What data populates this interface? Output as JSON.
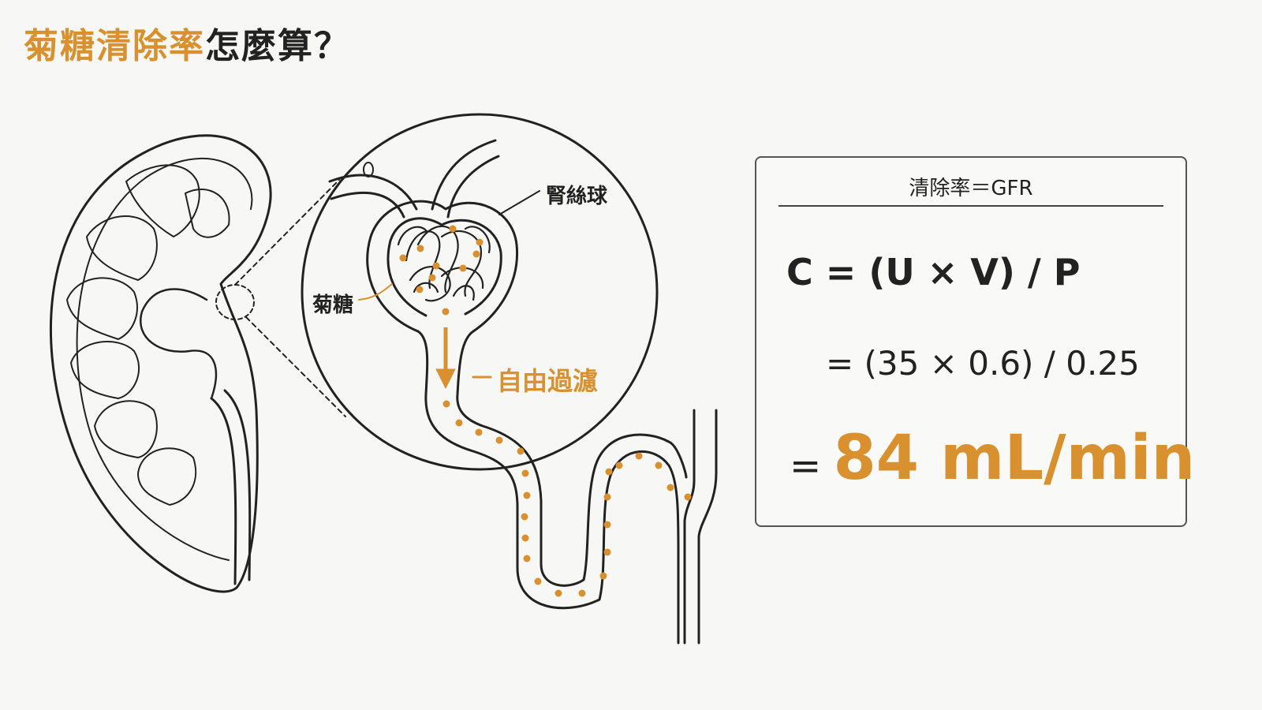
{
  "title": {
    "accent_text": "菊糖清除率",
    "rest_text": "怎麼算？"
  },
  "labels": {
    "glomerulus": "腎絲球",
    "inulin": "菊糖",
    "filtration": "自由過濾"
  },
  "formula": {
    "header": "清除率＝GFR",
    "line1": "C =  (U × V) / P",
    "line2": "= (35 × 0.6) / 0.25",
    "line3_prefix": "= ",
    "result": "84 mL/min"
  },
  "colors": {
    "accent": "#d9912f",
    "ink": "#222222",
    "background": "#f7f7f6"
  }
}
